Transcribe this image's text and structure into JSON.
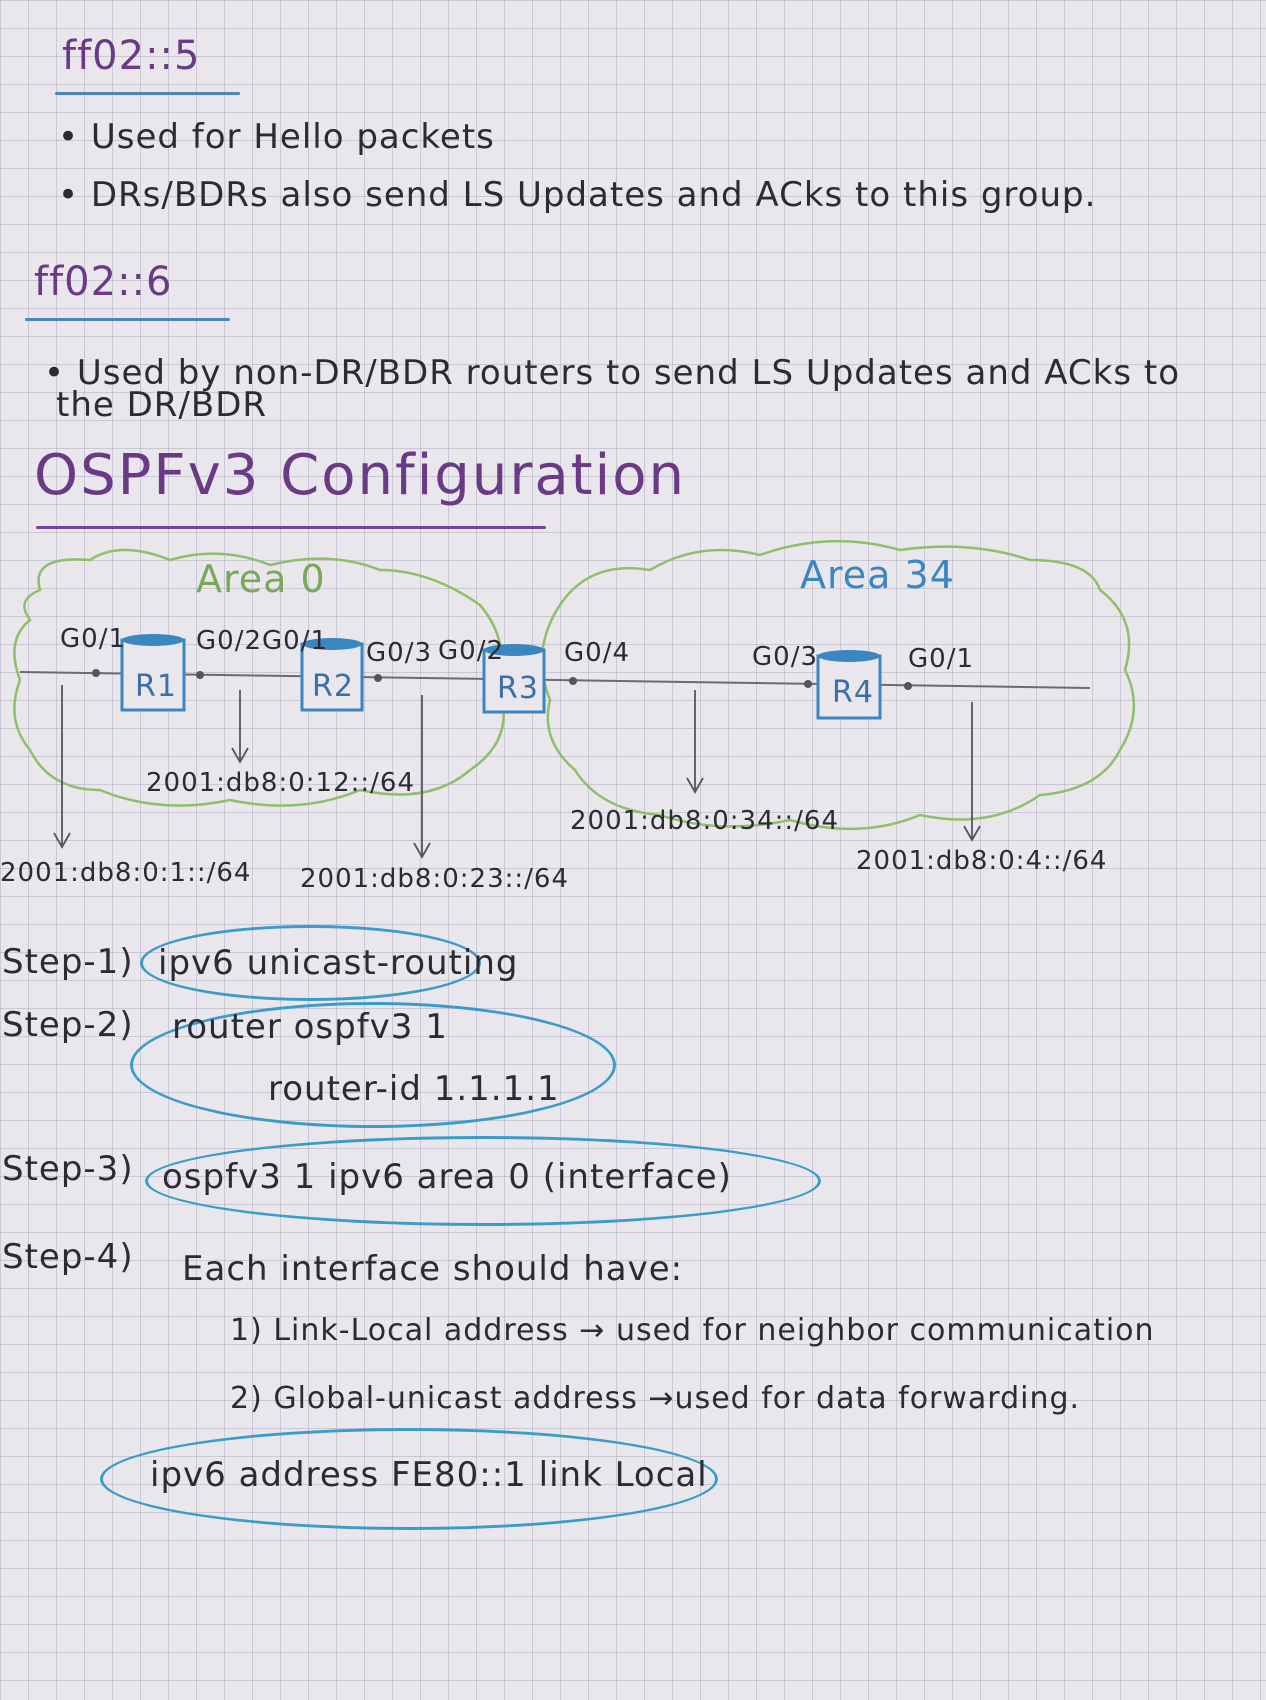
{
  "section1": {
    "heading": "ff02::5",
    "bullets": [
      "Used for Hello packets",
      "DRs/BDRs also send LS Updates and ACks to this group."
    ]
  },
  "section2": {
    "heading": "ff02::6",
    "bullet_line1": "Used by non-DR/BDR routers to send LS Updates and ACks to",
    "bullet_line2": "the DR/BDR"
  },
  "config_title": "OSPFv3 Configuration",
  "diagram": {
    "area0_label": "Area 0",
    "area34_label": "Area 34",
    "routers": [
      "R1",
      "R2",
      "R3",
      "R4"
    ],
    "interfaces": {
      "r1_g01": "G0/1",
      "r1_g02": "G0/2",
      "r2_g01": "G0/1",
      "r2_g03": "G0/3",
      "r3_g02": "G0/2",
      "r3_g04": "G0/4",
      "r4_g03": "G0/3",
      "r4_g01": "G0/1"
    },
    "subnets": {
      "r1_r2": "2001:db8:0:12::/64",
      "r1_lan": "2001:db8:0:1::/64",
      "r2_r3": "2001:db8:0:23::/64",
      "r3_r4": "2001:db8:0:34::/64",
      "r4_lan": "2001:db8:0:4::/64"
    }
  },
  "steps": {
    "step1_label": "Step-1)",
    "step1_cmd": "ipv6 unicast-routing",
    "step2_label": "Step-2)",
    "step2_cmd": "router ospfv3 1",
    "step2_sub": "router-id 1.1.1.1",
    "step3_label": "Step-3)",
    "step3_cmd": "ospfv3 1 ipv6 area 0 (interface)",
    "step4_label": "Step-4)",
    "step4_text": "Each interface should have:",
    "step4_item1": "1) Link-Local address → used for neighbor communication",
    "step4_item2": "2) Global-unicast address →used for data forwarding.",
    "final_cmd": "ipv6 address FE80::1 link Local"
  },
  "colors": {
    "ink": "#2b2b33",
    "blue_ink": "#3b6fa7",
    "purple_ink": "#6a3a86",
    "cloud_green": "#8fbf6a",
    "highlight_oval": "#3a9cc8",
    "router_blue": "#3a86c0"
  }
}
